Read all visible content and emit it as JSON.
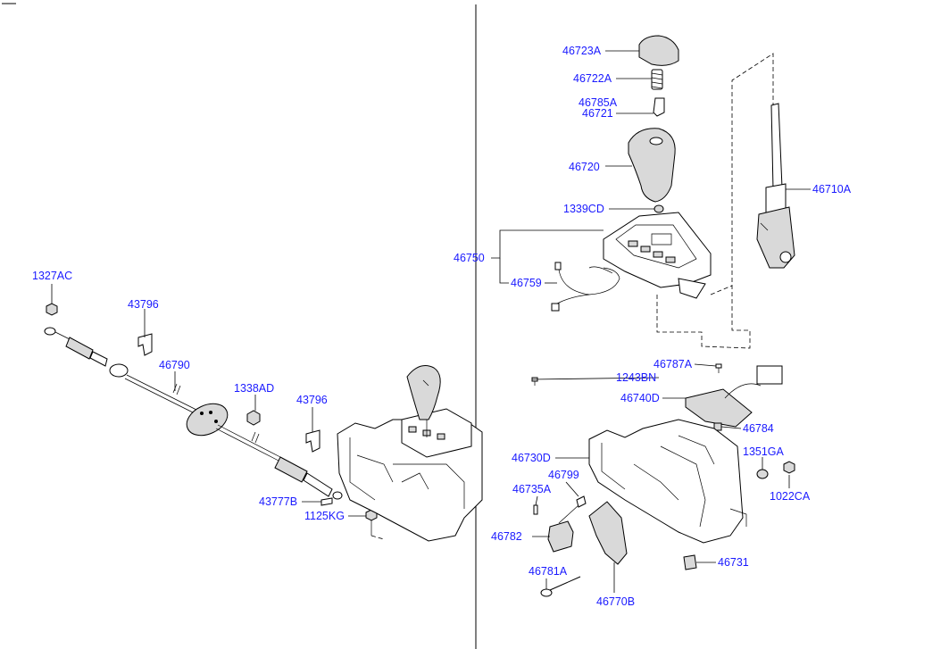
{
  "labels": {
    "p1327AC": "1327AC",
    "p43796_a": "43796",
    "p46790": "46790",
    "p1338AD": "1338AD",
    "p43796_b": "43796",
    "p43777B": "43777B",
    "p1125KG": "1125KG",
    "p46723A": "46723A",
    "p46722A": "46722A",
    "p46785A": "46785A",
    "p46721": "46721",
    "p46720": "46720",
    "p1339CD": "1339CD",
    "p46710A": "46710A",
    "p46750": "46750",
    "p46759": "46759",
    "p46787A": "46787A",
    "p1243BN": "1243BN",
    "p46740D": "46740D",
    "p46784": "46784",
    "p46730D": "46730D",
    "p1351GA": "1351GA",
    "p1022CA": "1022CA",
    "p46799": "46799",
    "p46735A": "46735A",
    "p46782": "46782",
    "p46731": "46731",
    "p46781A": "46781A",
    "p46770B": "46770B"
  },
  "colors": {
    "label": "#1a1aff",
    "line": "#000000"
  }
}
